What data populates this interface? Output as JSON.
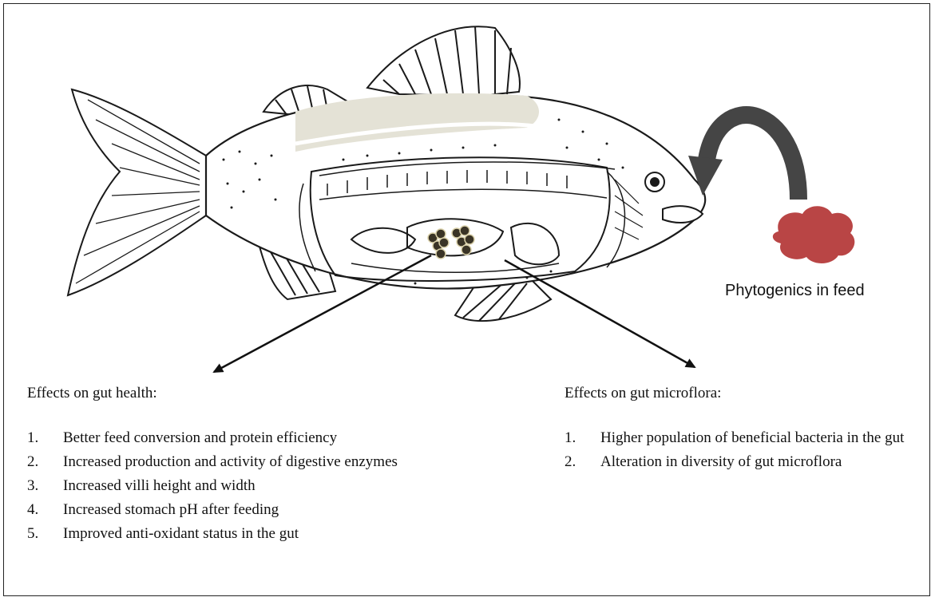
{
  "diagram": {
    "feed_label": "Phytogenics in feed",
    "colors": {
      "arrow": "#454545",
      "feed_blob": "#b94545",
      "spots": "#3a3426",
      "outline": "#1a1a1a"
    },
    "gut_health": {
      "heading": "Effects on gut health:",
      "items": [
        {
          "num": "1.",
          "text": "Better feed conversion  and protein efficiency"
        },
        {
          "num": "2.",
          "text": "Increased production and activity  of digestive enzymes"
        },
        {
          "num": "3.",
          "text": "Increased villi  height and width"
        },
        {
          "num": "4.",
          "text": "Increased stomach pH after feeding"
        },
        {
          "num": "5.",
          "text": "Improved anti-oxidant  status in the gut"
        }
      ]
    },
    "gut_microflora": {
      "heading": "Effects on gut microflora:",
      "items": [
        {
          "num": "1.",
          "text": "Higher population of beneficial bacteria in the gut"
        },
        {
          "num": "2.",
          "text": "Alteration in diversity of gut microflora"
        }
      ]
    }
  }
}
